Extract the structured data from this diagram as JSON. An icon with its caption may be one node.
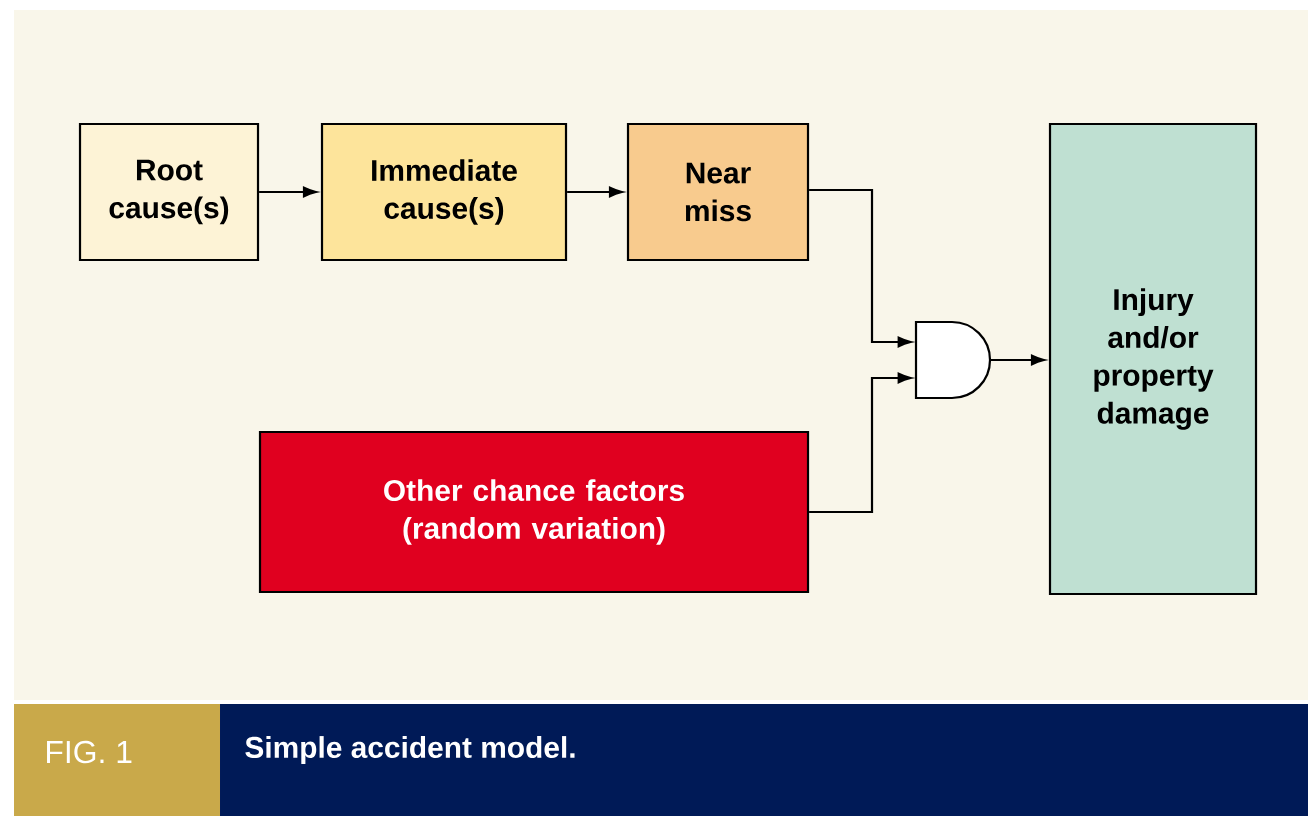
{
  "diagram": {
    "caption": "Simple accident model.",
    "nodes": [
      {
        "text": [
          "Root cause(s)"
        ]
      },
      {
        "text": [
          "Immediate cause(s)"
        ]
      },
      {
        "text": [
          "Near miss"
        ]
      },
      {
        "text": [
          "Other chance factors (random variation)"
        ]
      },
      {
        "text": [],
        "shape": "gate"
      },
      {
        "text": [
          "Injury and/or property damage"
        ]
      }
    ],
    "edges": [
      {
        "from": 0,
        "to": 1,
        "arrow": "to"
      },
      {
        "from": 1,
        "to": 2,
        "arrow": "to"
      },
      {
        "from": 2,
        "to": 4,
        "arrow": "to"
      },
      {
        "from": 3,
        "to": 4,
        "arrow": "to"
      },
      {
        "from": 4,
        "to": 5,
        "arrow": "to"
      }
    ],
    "labels": [
      "FIG. 1"
    ]
  }
}
